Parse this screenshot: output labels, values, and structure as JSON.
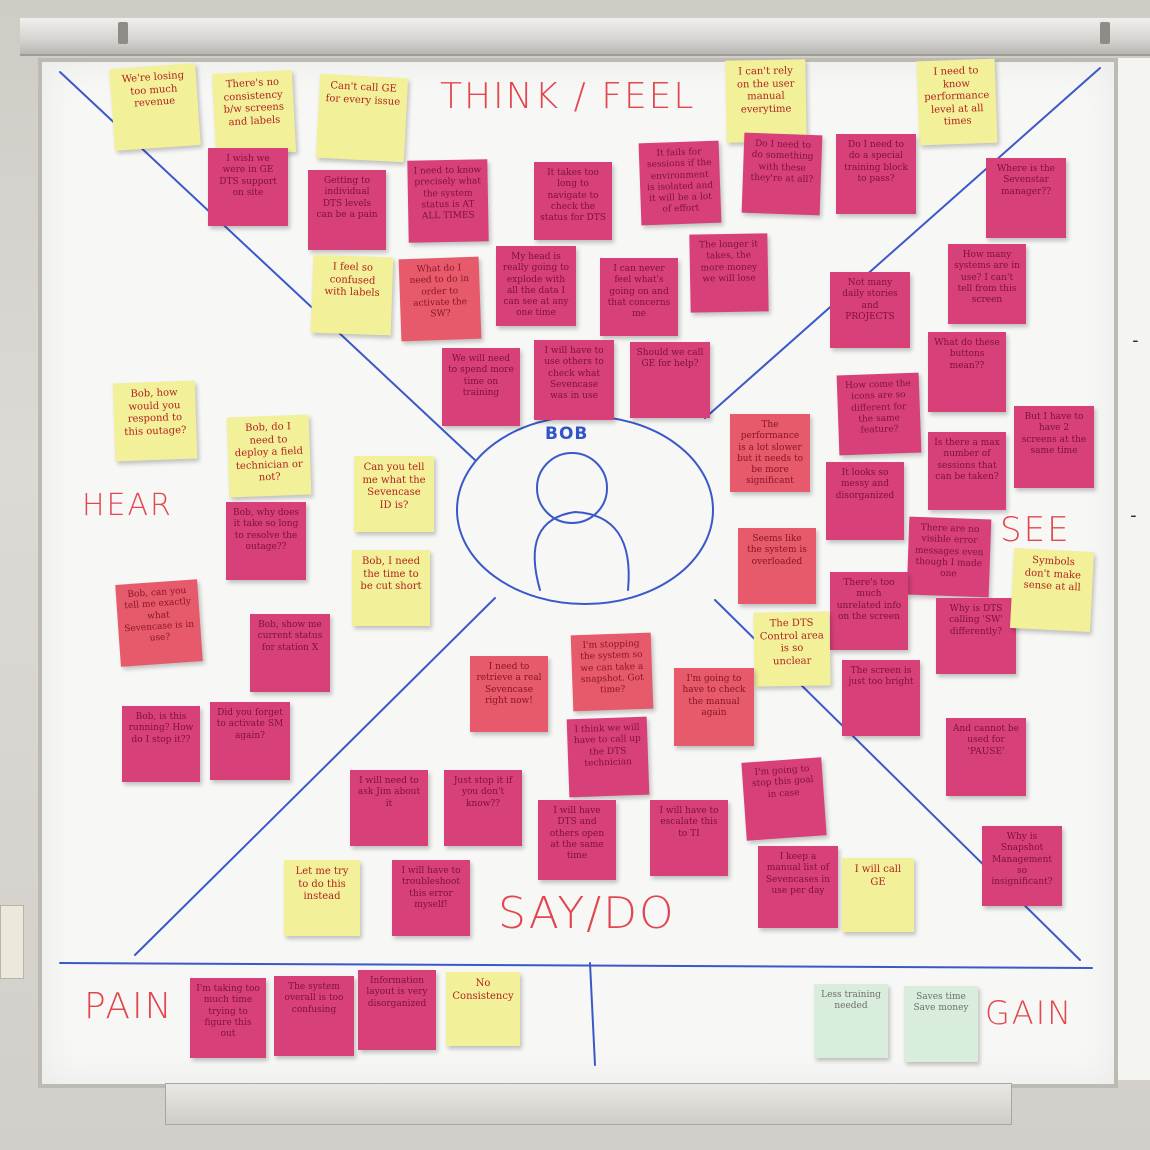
{
  "labels": {
    "think_feel": "THINK / FEEL",
    "hear": "HEAR",
    "see": "SEE",
    "say_do": "SAY/DO",
    "pain": "PAIN",
    "gain": "GAIN",
    "persona": "BOB"
  },
  "colors": {
    "pink_note": "#d8407a",
    "red_note": "#e65a6b",
    "yellow_note": "#f3f09a",
    "mint_note": "#d9eddc",
    "red_marker": "#e1474f",
    "blue_marker": "#3a59c8"
  },
  "notes": {
    "n1": "We're losing too much revenue",
    "n2": "There's no consistency b/w screens and labels",
    "n3": "Can't call GE for every issue",
    "n4": "I can't rely on the user manual everytime",
    "n5": "I need to know performance level at all times",
    "n6": "I wish we were in GE DTS support on site",
    "n7": "Getting to individual DTS levels can be a pain",
    "n8": "I need to know precisely what the system status is AT ALL TIMES",
    "n9": "It takes too long to navigate to check the status for DTS",
    "n10": "It fails for sessions if the environment is isolated and it will be a lot of effort",
    "n11": "Do I need to do something with these they're at all?",
    "n12": "Do I need to do a special training block to pass?",
    "n13": "Where is the Sevenstar manager??",
    "n14": "I feel so confused with labels",
    "n15": "What do I need to do in order to activate the SW?",
    "n16": "My head is really going to explode with all the data I can see at any one time",
    "n17": "I can never feel what's going on and that concerns me",
    "n18": "The longer it takes, the more money we will lose",
    "n19": "How many systems are in use? I can't tell from this screen",
    "n20": "Not many daily stories and PROJECTS",
    "n21": "We will need to spend more time on training",
    "n22": "I will have to use others to check what Sevencase was in use",
    "n23": "Should we call GE for help?",
    "n24": "What do these buttons mean??",
    "n25": "Bob, how would you respond to this outage?",
    "n26": "Bob, do I need to deploy a field technician or not?",
    "n27": "Can you tell me what the Sevencase ID is?",
    "n28": "Bob, why does it take so long to resolve the outage??",
    "n29": "Bob, I need the time to be cut short",
    "n30": "How come the icons are so different for the same feature?",
    "n31": "The performance is a lot slower but it needs to be more significant",
    "n32": "But I have to have 2 screens at the same time",
    "n33": "Is there a max number of sessions that can be taken?",
    "n34": "It looks so messy and disorganized",
    "n35": "Seems like the system is overloaded",
    "n36": "There are no visible error messages even though I made one",
    "n37": "Bob, can you tell me exactly what Sevencase is in use?",
    "n38": "Bob, show me current status for station X",
    "n39": "There's too much unrelated info on the screen",
    "n40": "The DTS Control area is so unclear",
    "n41": "Why is DTS calling 'SW' differently?",
    "n42": "Symbols don't make sense at all",
    "n43": "I'm stopping the system so we can take a snapshot. Got time?",
    "n44": "I need to retrieve a real Sevencase right now!",
    "n45": "I'm going to have to check the manual again",
    "n46": "Bob, is this running? How do I stop it??",
    "n47": "Did you forget to activate SM again?",
    "n48": "I think we will have to call up the DTS technician",
    "n49": "The screen is just too bright",
    "n50": "And cannot be used for 'PAUSE'",
    "n51": "I'm going to stop this goal in case",
    "n52": "I will need to ask Jim about it",
    "n53": "Just stop it if you don't know??",
    "n54": "I will have DTS and others open at the same time",
    "n55": "I will have to escalate this to TI",
    "n56": "Why is Snapshot Management so insignificant?",
    "n57": "Let me try to do this instead",
    "n58": "I will have to troubleshoot this error myself!",
    "n59": "I keep a manual list of Sevencases in use per day",
    "n60": "I will call GE",
    "p1": "I'm taking too much time trying to figure this out",
    "p2": "The system overall is too confusing",
    "p3": "Information layout is very disorganized",
    "p4": "No Consistency",
    "g1": "Less training needed",
    "g2": "Saves time Save money"
  }
}
